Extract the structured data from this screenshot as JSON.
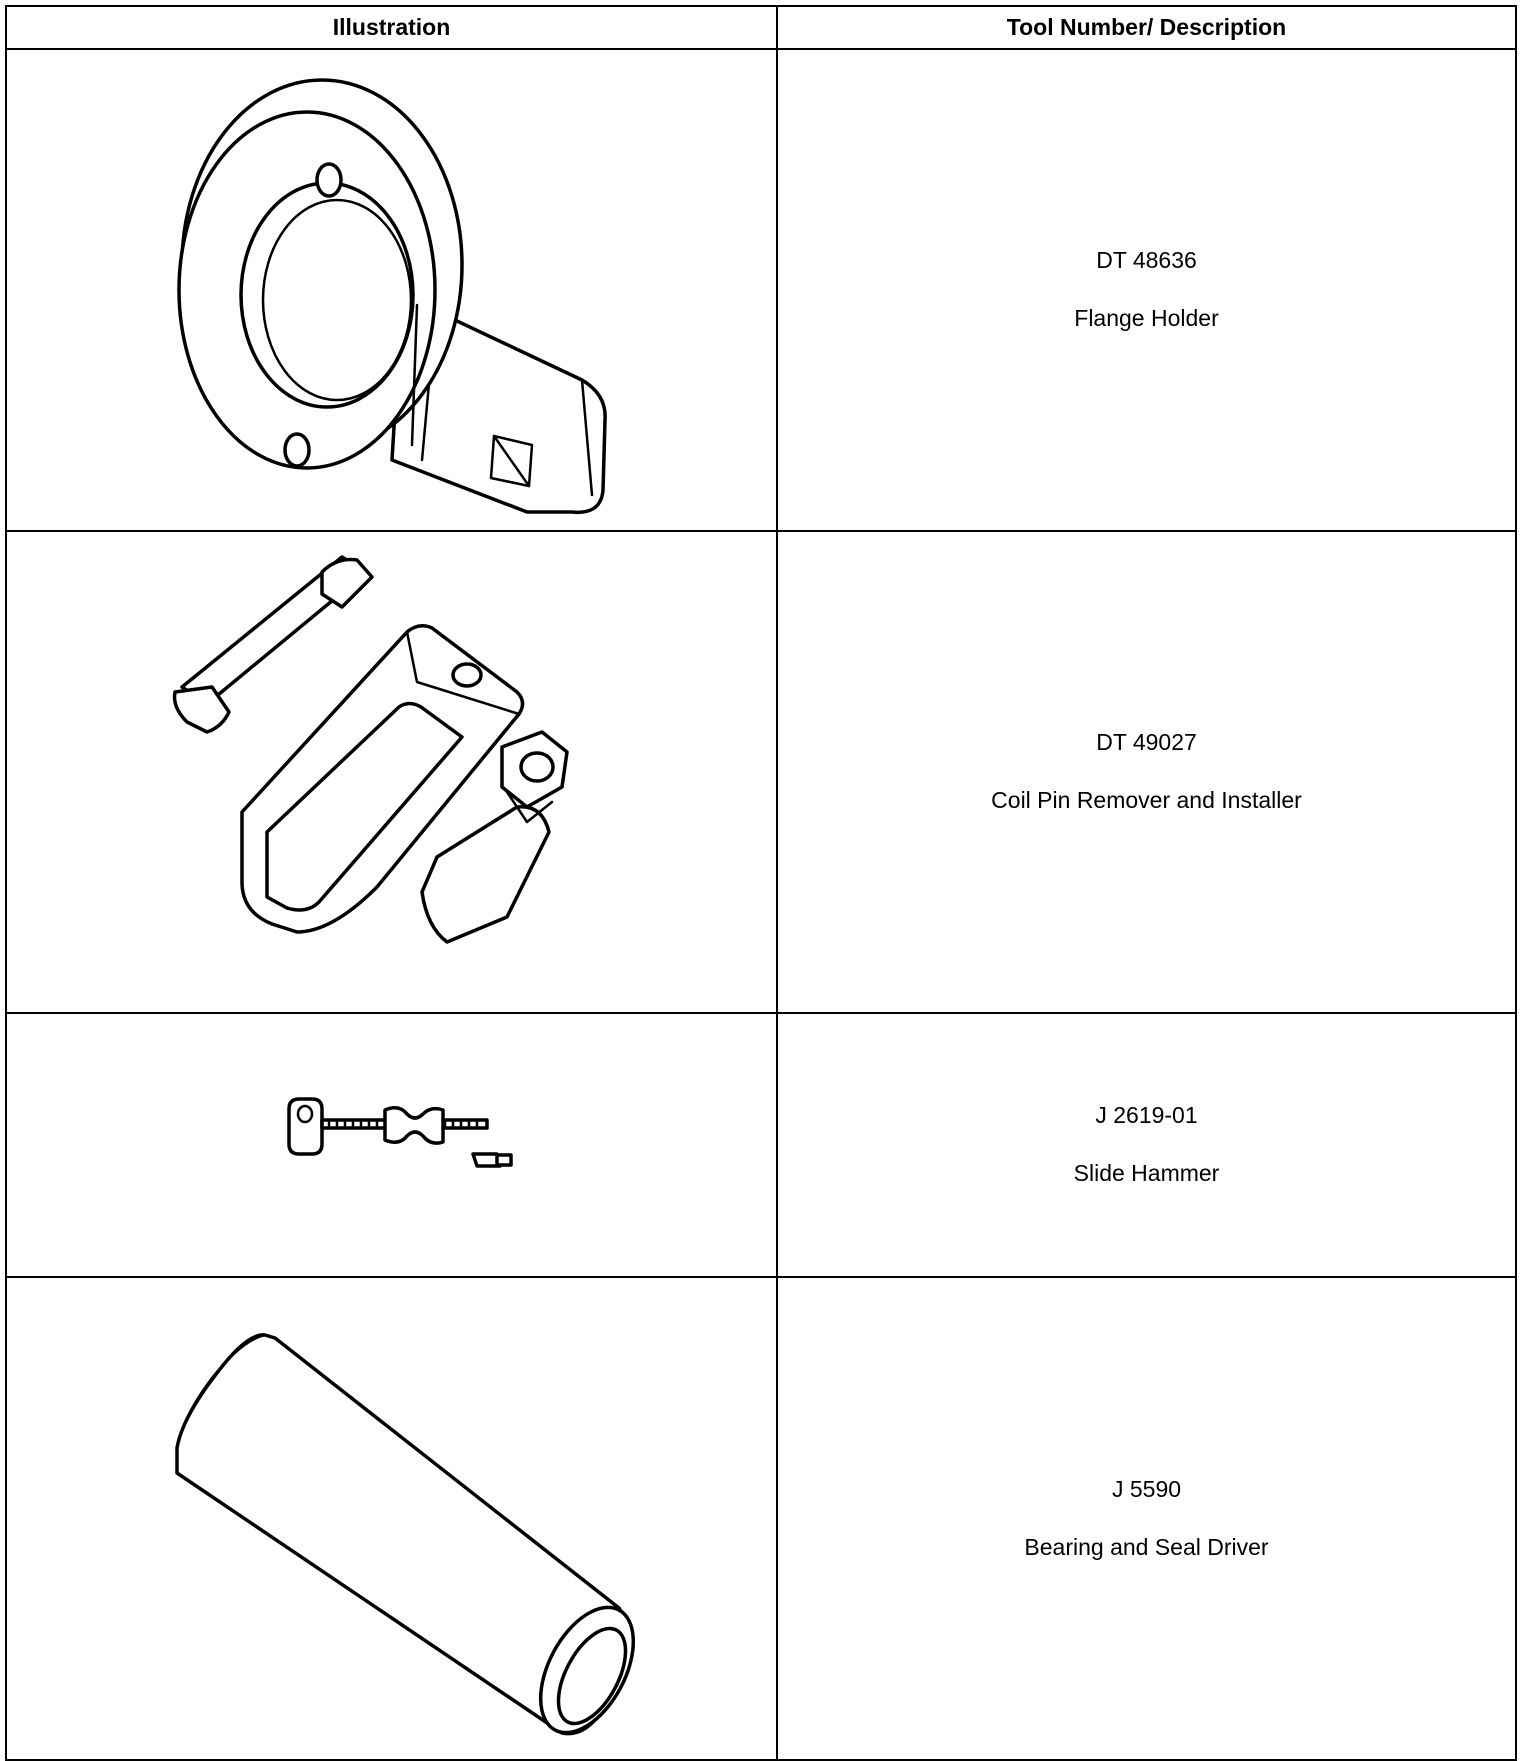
{
  "table": {
    "headers": {
      "illustration": "Illustration",
      "description": "Tool Number/ Description"
    },
    "rows": [
      {
        "tool_number": "DT 48636",
        "description": "Flange Holder",
        "illustration_icon": "flange-holder-icon"
      },
      {
        "tool_number": "DT 49027",
        "description": "Coil Pin Remover and Installer",
        "illustration_icon": "coil-pin-remover-installer-icon"
      },
      {
        "tool_number": "J 2619-01",
        "description": "Slide Hammer",
        "illustration_icon": "slide-hammer-icon"
      },
      {
        "tool_number": "J 5590",
        "description": "Bearing and Seal Driver",
        "illustration_icon": "bearing-seal-driver-icon"
      }
    ]
  }
}
